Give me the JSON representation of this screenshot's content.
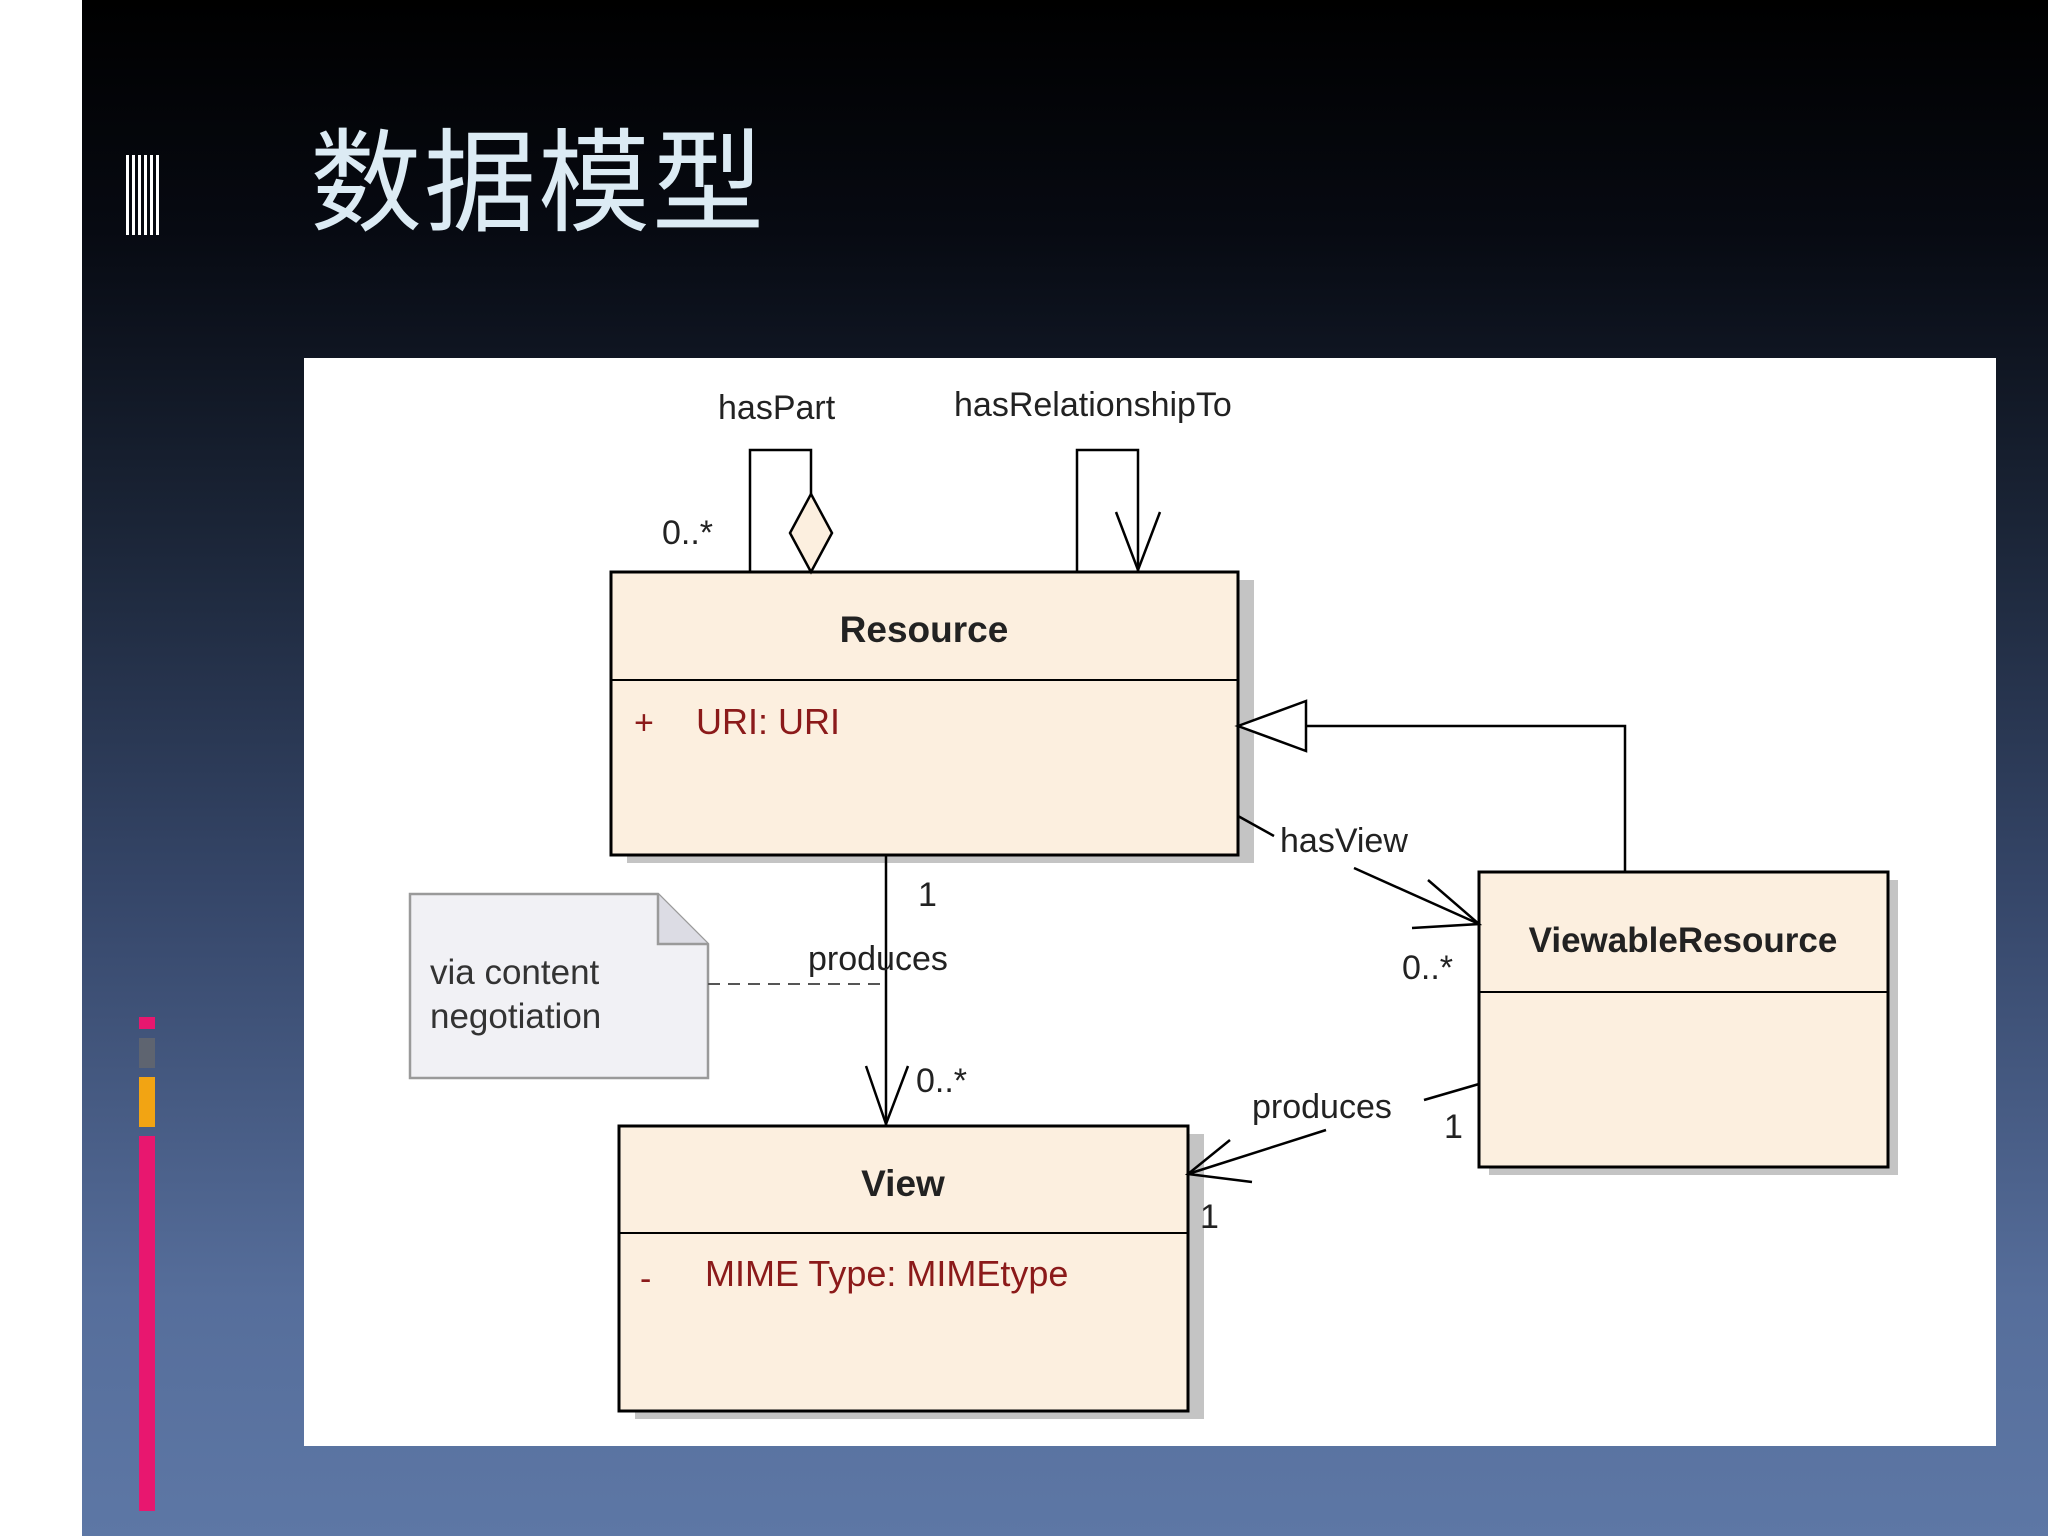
{
  "slide": {
    "title": "数据模型"
  },
  "colors": {
    "class_fill": "#fcefdf",
    "class_stroke": "#000000",
    "attribute_text": "#8b1a1a",
    "note_fill": "#f1f1f5",
    "note_stroke": "#9a9a9a",
    "panel": "#ffffff",
    "accent_red": "#e8176f",
    "accent_gray": "#5e6470",
    "accent_orange": "#f2a413"
  },
  "diagram": {
    "classes": {
      "resource": {
        "name": "Resource",
        "attributes": [
          {
            "visibility": "+",
            "text": "URI:  URI"
          }
        ]
      },
      "viewable_resource": {
        "name": "ViewableResource",
        "attributes": []
      },
      "view": {
        "name": "View",
        "attributes": [
          {
            "visibility": "-",
            "text": "MIME Type:  MIMEtype"
          }
        ]
      }
    },
    "associations": {
      "has_part": {
        "label": "hasPart",
        "multiplicity": "0..*"
      },
      "has_relationship_to": {
        "label": "hasRelationshipTo"
      },
      "has_view": {
        "label": "hasView",
        "target_multiplicity": "0..*"
      },
      "resource_produces": {
        "label": "produces",
        "source_multiplicity": "1",
        "target_multiplicity": "0..*"
      },
      "viewable_produces": {
        "label": "produces",
        "source_multiplicity": "1",
        "target_multiplicity": "1"
      }
    },
    "note": {
      "lines": [
        "via content",
        "negotiation"
      ]
    }
  }
}
